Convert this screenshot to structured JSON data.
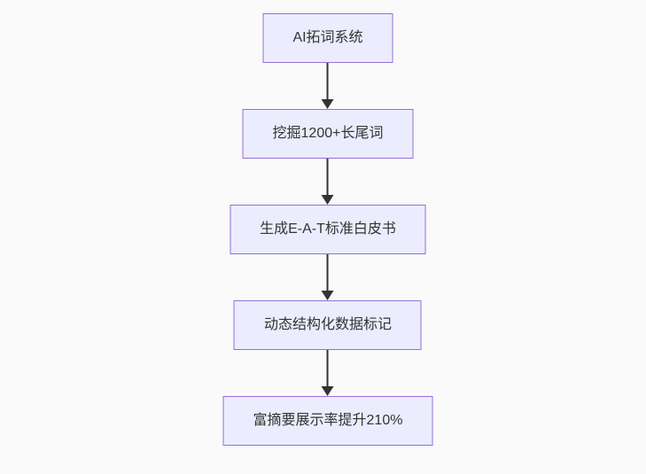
{
  "diagram": {
    "type": "flowchart",
    "direction": "top-down",
    "nodes": [
      {
        "id": "node-1",
        "label": "AI拓词系统"
      },
      {
        "id": "node-2",
        "label": "挖掘1200+长尾词"
      },
      {
        "id": "node-3",
        "label": "生成E-A-T标准白皮书"
      },
      {
        "id": "node-4",
        "label": "动态结构化数据标记"
      },
      {
        "id": "node-5",
        "label": "富摘要展示率提升210%"
      }
    ],
    "edges": [
      {
        "from": "AI拓词系统",
        "to": "挖掘1200+长尾词"
      },
      {
        "from": "挖掘1200+长尾词",
        "to": "生成E-A-T标准白皮书"
      },
      {
        "from": "生成E-A-T标准白皮书",
        "to": "动态结构化数据标记"
      },
      {
        "from": "动态结构化数据标记",
        "to": "富摘要展示率提升210%"
      }
    ],
    "colors": {
      "node_fill": "#ECECFF",
      "node_border": "#9370DB",
      "arrow": "#333333",
      "text": "#333333",
      "background": "#fafafa"
    }
  }
}
